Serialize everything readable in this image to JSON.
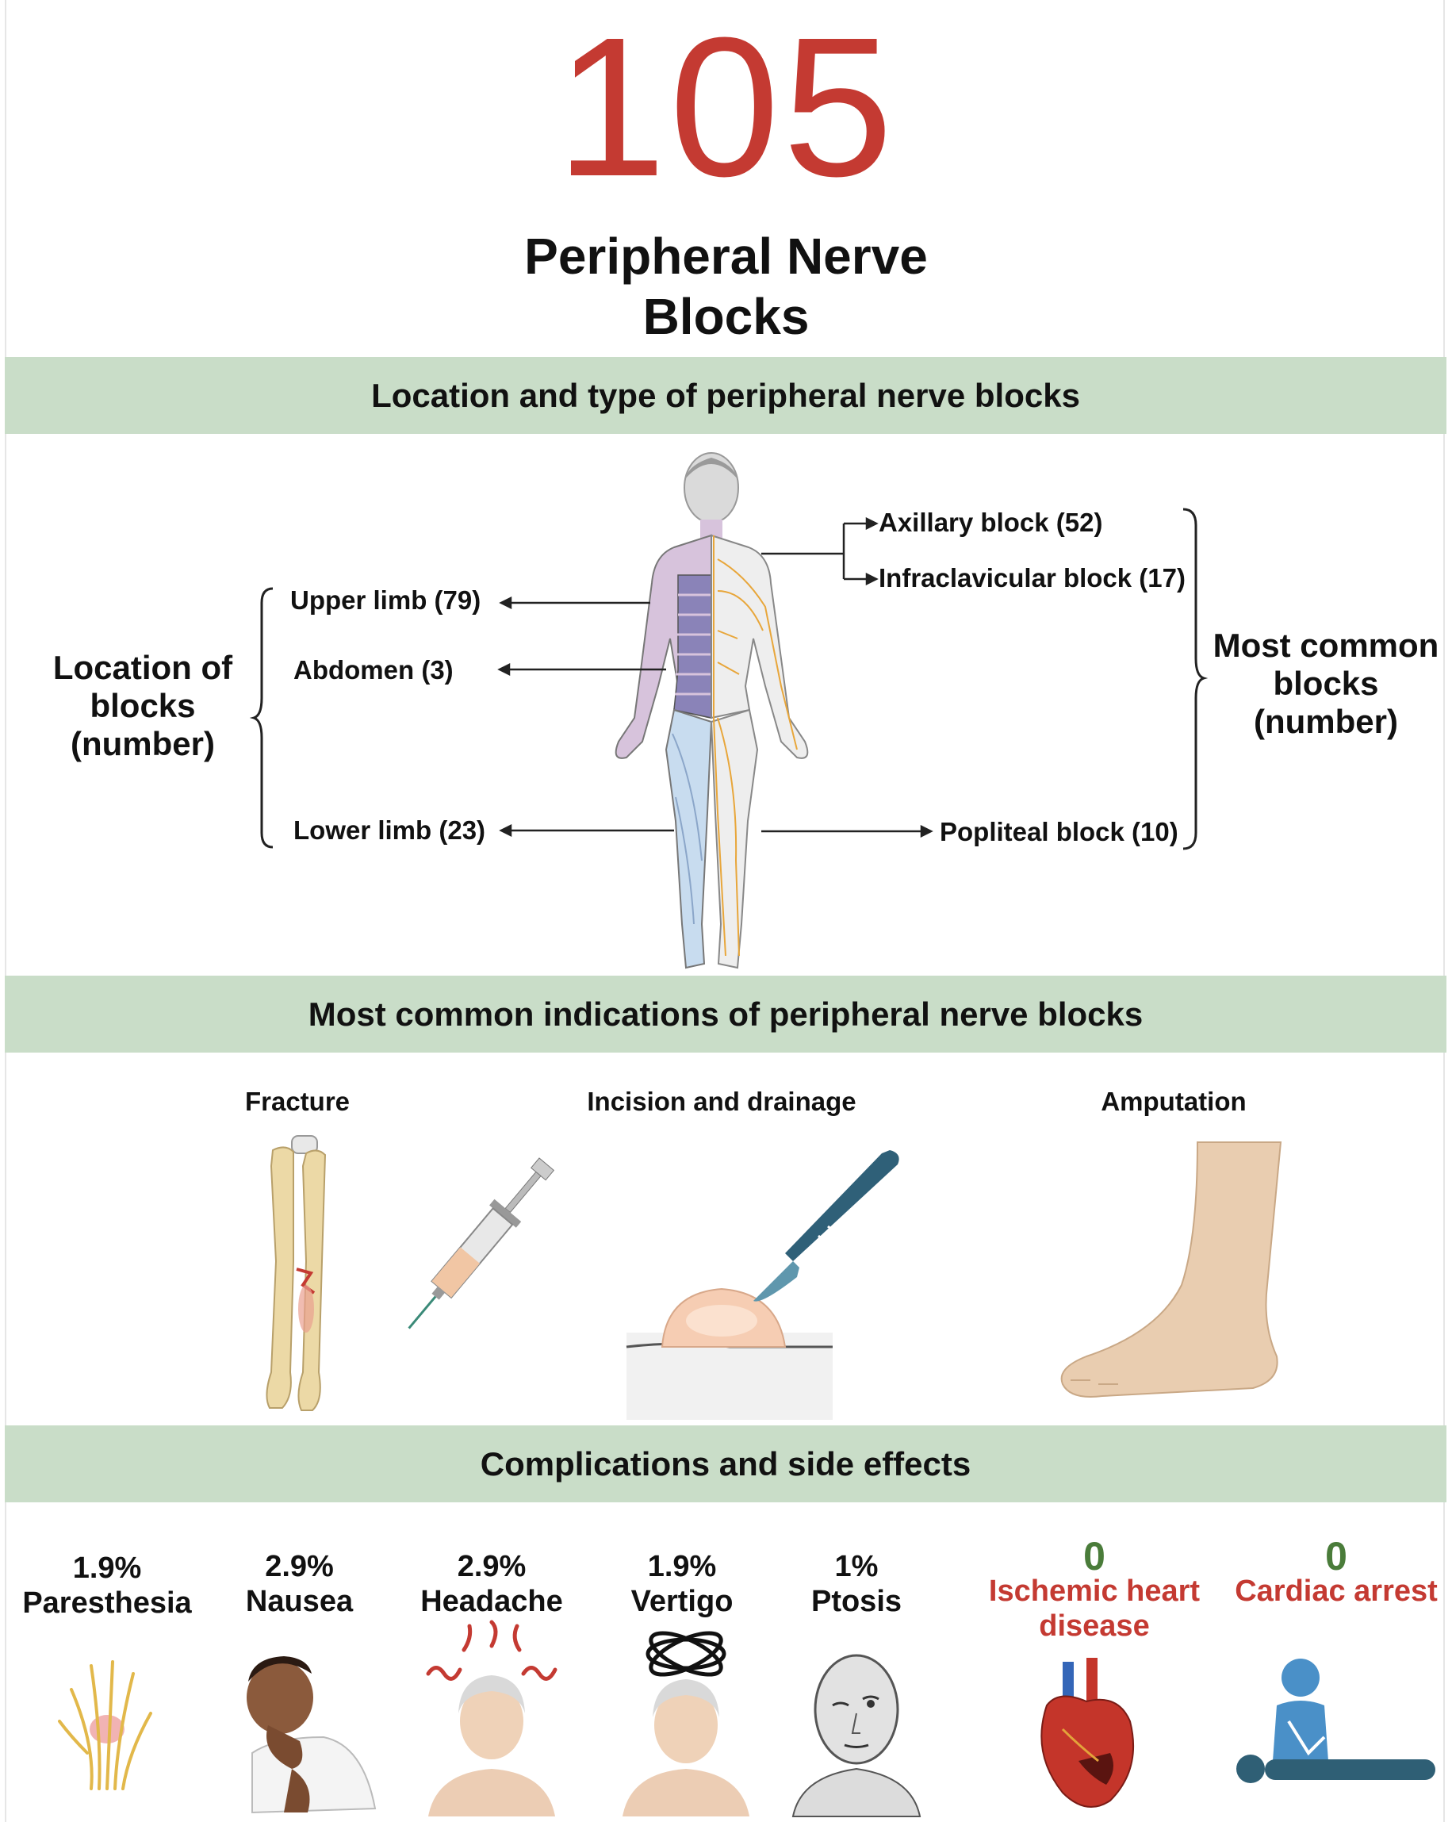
{
  "header": {
    "count": "105",
    "title_line1": "Peripheral Nerve",
    "title_line2": "Blocks"
  },
  "sections": {
    "location": "Location and type of peripheral nerve blocks",
    "indications": "Most common indications of peripheral nerve blocks",
    "complications": "Complications and side effects"
  },
  "location": {
    "side_label": [
      "Location of",
      "blocks",
      "(number)"
    ],
    "items": [
      {
        "label": "Upper limb (79)"
      },
      {
        "label": "Abdomen (3)"
      },
      {
        "label": "Lower limb (23)"
      }
    ]
  },
  "blocks": {
    "side_label": [
      "Most common",
      "blocks",
      "(number)"
    ],
    "items": [
      {
        "label": "Axillary block (52)"
      },
      {
        "label": "Infraclavicular block (17)"
      },
      {
        "label": "Popliteal block (10)"
      }
    ]
  },
  "indications": [
    {
      "label": "Fracture",
      "icon": "fractured-bone-icon"
    },
    {
      "label": "Incision and drainage",
      "icon": "syringe-scalpel-icon"
    },
    {
      "label": "Amputation",
      "icon": "foot-icon"
    }
  ],
  "complications": [
    {
      "value": "1.9%",
      "name": "Paresthesia",
      "icon": "hand-nerve-icon"
    },
    {
      "value": "2.9%",
      "name": "Nausea",
      "icon": "nauseous-person-icon"
    },
    {
      "value": "2.9%",
      "name": "Headache",
      "icon": "headache-icon"
    },
    {
      "value": "1.9%",
      "name": "Vertigo",
      "icon": "vertigo-icon"
    },
    {
      "value": "1%",
      "name": "Ptosis",
      "icon": "ptosis-face-icon"
    },
    {
      "value": "0",
      "name": "Ischemic heart disease",
      "name_line1": "Ischemic heart",
      "name_line2": "disease",
      "icon": "heart-icon"
    },
    {
      "value": "0",
      "name": "Cardiac arrest",
      "icon": "cpr-icon"
    }
  ],
  "colors": {
    "accent_red": "#c43a32",
    "band_green": "#c9ddc8",
    "zero_green": "#4a7c3a"
  }
}
